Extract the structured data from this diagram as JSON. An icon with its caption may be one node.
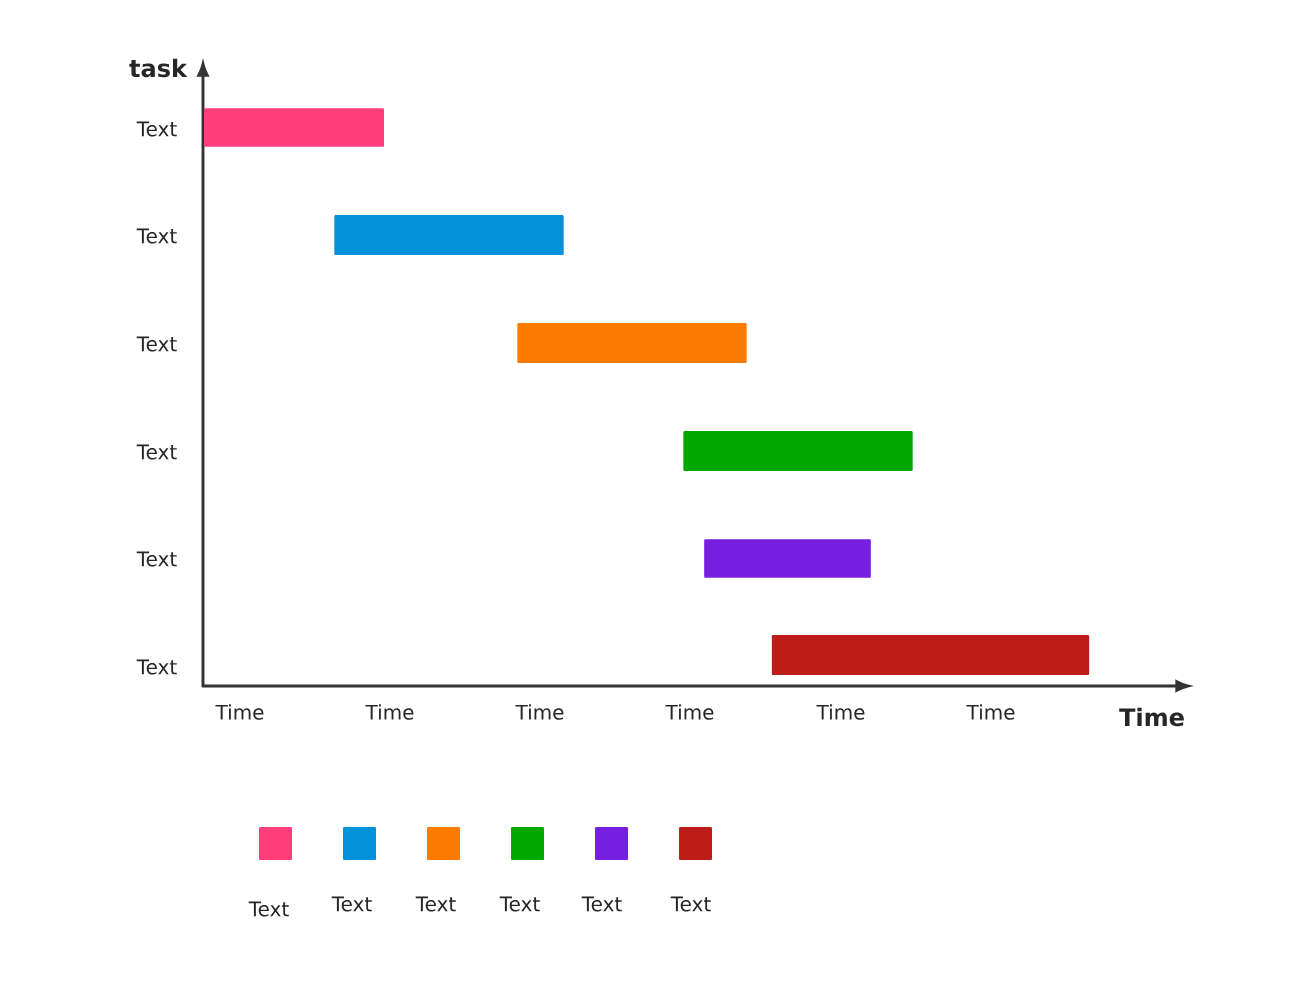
{
  "diagram": {
    "nodes": [
      {
        "text": [],
        "shape": "bar"
      },
      {
        "text": [],
        "shape": "bar"
      },
      {
        "text": [],
        "shape": "bar"
      },
      {
        "text": [],
        "shape": "bar"
      },
      {
        "text": [],
        "shape": "bar"
      },
      {
        "text": [],
        "shape": "bar"
      }
    ],
    "labels": [
      "task",
      "Text",
      "Text",
      "Text",
      "Text",
      "Text",
      "Text",
      "Time",
      "Time",
      "Time",
      "Time",
      "Time",
      "Time",
      "Time"
    ],
    "legend": [
      {
        "text": "Text",
        "color": "#fe3e7a"
      },
      {
        "text": "Text",
        "color": "#0391d9"
      },
      {
        "text": "Text",
        "color": "#ff7a00"
      },
      {
        "text": "Text",
        "color": "#00a800"
      },
      {
        "text": "Text",
        "color": "#771fe0"
      },
      {
        "text": "Text",
        "color": "#be1c18"
      }
    ]
  }
}
